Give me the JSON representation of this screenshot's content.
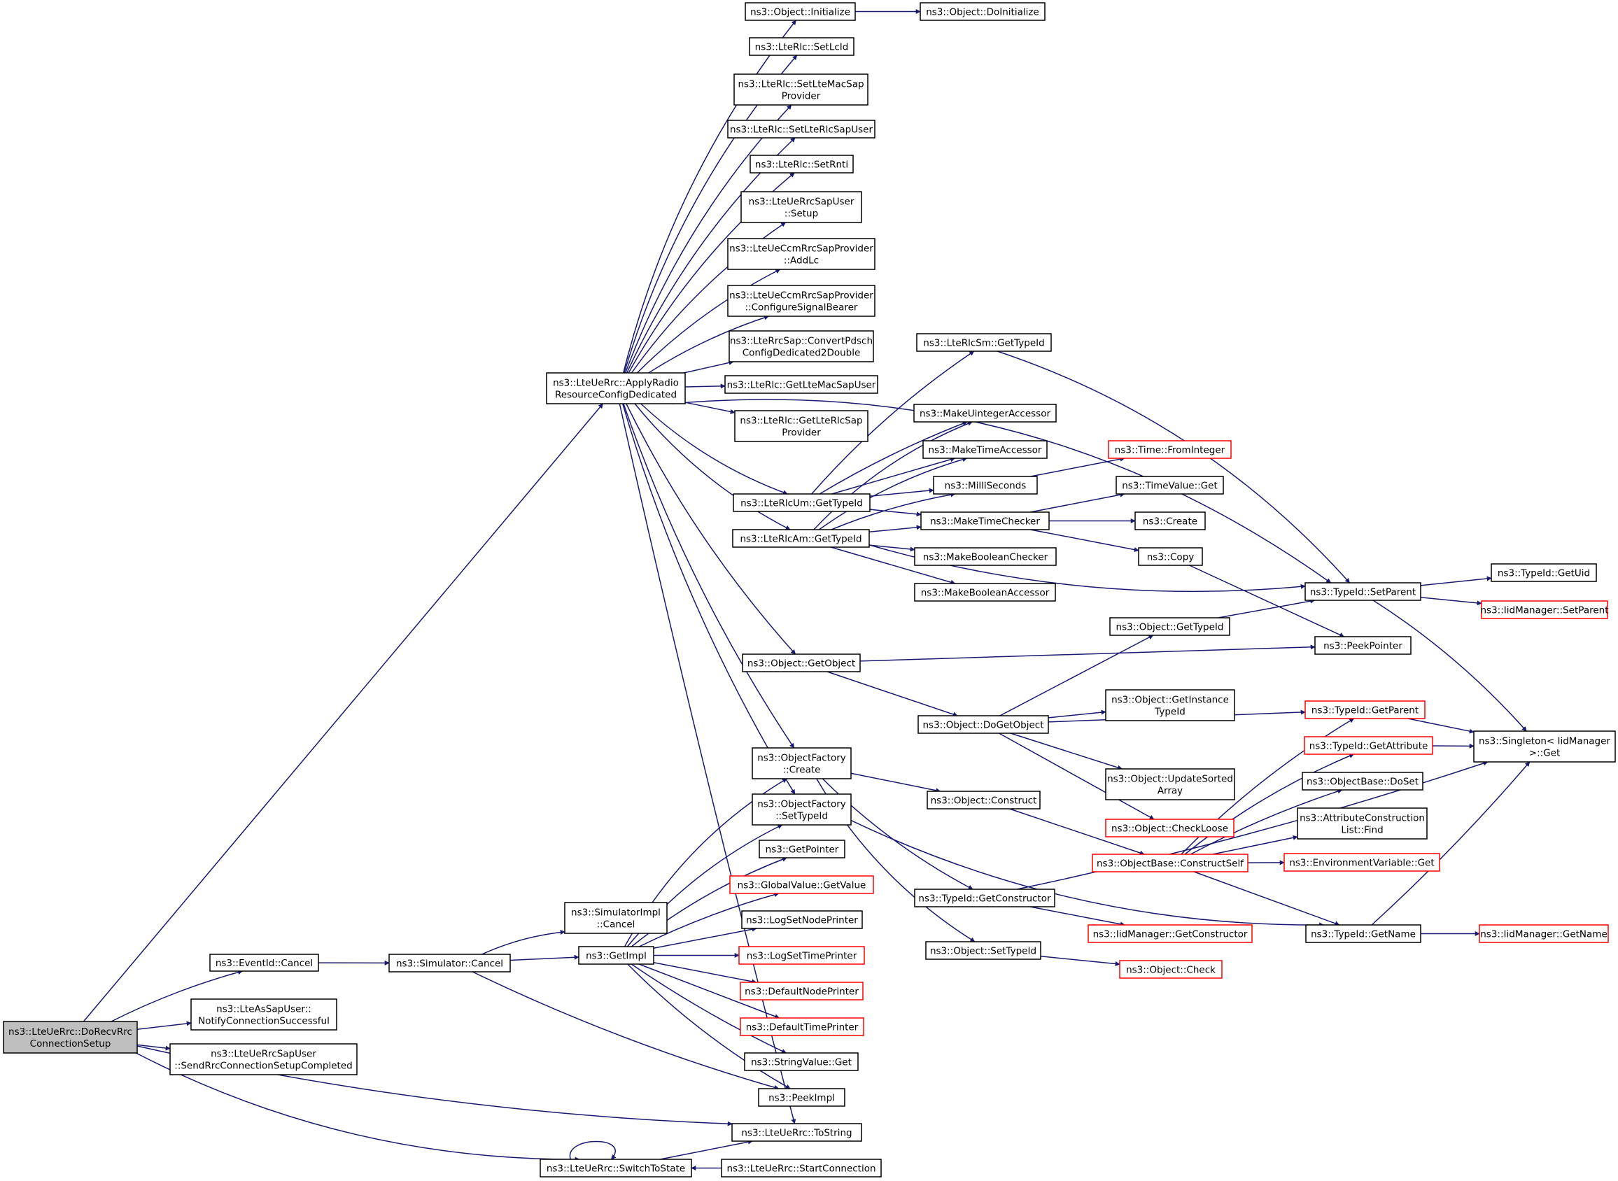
{
  "diagram_type": "call-graph",
  "colors": {
    "edge": "#191970",
    "box_border": "#000000",
    "truncated_border": "#ff0000",
    "root_fill": "#bfbfbf"
  },
  "nodes": {
    "doRecv": {
      "lines": [
        "ns3::LteUeRrc::DoRecvRrc",
        "ConnectionSetup"
      ],
      "root": true
    },
    "applyRadio": {
      "lines": [
        "ns3::LteUeRrc::ApplyRadio",
        "ResourceConfigDedicated"
      ]
    },
    "eventCancel": {
      "lines": [
        "ns3::EventId::Cancel"
      ]
    },
    "lteAsNotify": {
      "lines": [
        "ns3::LteAsSapUser::",
        "NotifyConnectionSuccessful"
      ]
    },
    "sendRrc": {
      "lines": [
        "ns3::LteUeRrcSapUser",
        "::SendRrcConnectionSetupCompleted"
      ]
    },
    "switchToState": {
      "lines": [
        "ns3::LteUeRrc::SwitchToState"
      ]
    },
    "startConn": {
      "lines": [
        "ns3::LteUeRrc::StartConnection"
      ]
    },
    "toString": {
      "lines": [
        "ns3::LteUeRrc::ToString"
      ]
    },
    "objInit": {
      "lines": [
        "ns3::Object::Initialize"
      ]
    },
    "objDoInit": {
      "lines": [
        "ns3::Object::DoInitialize"
      ]
    },
    "setLcId": {
      "lines": [
        "ns3::LteRlc::SetLcId"
      ]
    },
    "setLteMac": {
      "lines": [
        "ns3::LteRlc::SetLteMacSap",
        "Provider"
      ]
    },
    "setRlcSapUser": {
      "lines": [
        "ns3::LteRlc::SetLteRlcSapUser"
      ]
    },
    "setRnti": {
      "lines": [
        "ns3::LteRlc::SetRnti"
      ]
    },
    "rrcSetup": {
      "lines": [
        "ns3::LteUeRrcSapUser",
        "::Setup"
      ]
    },
    "addLc": {
      "lines": [
        "ns3::LteUeCcmRrcSapProvider",
        "::AddLc"
      ]
    },
    "configSig": {
      "lines": [
        "ns3::LteUeCcmRrcSapProvider",
        "::ConfigureSignalBearer"
      ]
    },
    "convertPdsch": {
      "lines": [
        "ns3::LteRrcSap::ConvertPdsch",
        "ConfigDedicated2Double"
      ]
    },
    "getLteMacSapUser": {
      "lines": [
        "ns3::LteRlc::GetLteMacSapUser"
      ]
    },
    "getLteRlcSap": {
      "lines": [
        "ns3::LteRlc::GetLteRlcSap",
        "Provider"
      ]
    },
    "rlcUmTid": {
      "lines": [
        "ns3::LteRlcUm::GetTypeId"
      ]
    },
    "rlcAmTid": {
      "lines": [
        "ns3::LteRlcAm::GetTypeId"
      ]
    },
    "objGetObject": {
      "lines": [
        "ns3::Object::GetObject"
      ]
    },
    "ofCreate": {
      "lines": [
        "ns3::ObjectFactory",
        "::Create"
      ]
    },
    "ofSetTid": {
      "lines": [
        "ns3::ObjectFactory",
        "::SetTypeId"
      ]
    },
    "getPointer": {
      "lines": [
        "ns3::GetPointer"
      ]
    },
    "gvGetValue": {
      "lines": [
        "ns3::GlobalValue::GetValue"
      ],
      "truncated": true
    },
    "logNodePr": {
      "lines": [
        "ns3::LogSetNodePrinter"
      ]
    },
    "logTimePr": {
      "lines": [
        "ns3::LogSetTimePrinter"
      ],
      "truncated": true
    },
    "defNodePr": {
      "lines": [
        "ns3::DefaultNodePrinter"
      ],
      "truncated": true
    },
    "defTimePr": {
      "lines": [
        "ns3::DefaultTimePrinter"
      ],
      "truncated": true
    },
    "strValGet": {
      "lines": [
        "ns3::StringValue::Get"
      ]
    },
    "peekImpl": {
      "lines": [
        "ns3::PeekImpl"
      ]
    },
    "getImpl": {
      "lines": [
        "ns3::GetImpl"
      ]
    },
    "simCancel": {
      "lines": [
        "ns3::Simulator::Cancel"
      ]
    },
    "simImplCancel": {
      "lines": [
        "ns3::SimulatorImpl",
        "::Cancel"
      ]
    },
    "rlcSmTid": {
      "lines": [
        "ns3::LteRlcSm::GetTypeId"
      ]
    },
    "mkUintAcc": {
      "lines": [
        "ns3::MakeUintegerAccessor"
      ]
    },
    "mkTimeAcc": {
      "lines": [
        "ns3::MakeTimeAccessor"
      ]
    },
    "milliSec": {
      "lines": [
        "ns3::MilliSeconds"
      ]
    },
    "mkTimeChk": {
      "lines": [
        "ns3::MakeTimeChecker"
      ]
    },
    "mkBoolChk": {
      "lines": [
        "ns3::MakeBooleanChecker"
      ]
    },
    "mkBoolAcc": {
      "lines": [
        "ns3::MakeBooleanAccessor"
      ]
    },
    "timeFromInt": {
      "lines": [
        "ns3::Time::FromInteger"
      ],
      "truncated": true
    },
    "timeValGet": {
      "lines": [
        "ns3::TimeValue::Get"
      ]
    },
    "create": {
      "lines": [
        "ns3::Create"
      ]
    },
    "copy": {
      "lines": [
        "ns3::Copy"
      ]
    },
    "tidSetParent": {
      "lines": [
        "ns3::TypeId::SetParent"
      ]
    },
    "tidGetUid": {
      "lines": [
        "ns3::TypeId::GetUid"
      ]
    },
    "iidSetParent": {
      "lines": [
        "ns3::IidManager::SetParent"
      ],
      "truncated": true
    },
    "peekPointer": {
      "lines": [
        "ns3::PeekPointer"
      ]
    },
    "objGetTid": {
      "lines": [
        "ns3::Object::GetTypeId"
      ]
    },
    "objDoGetObj": {
      "lines": [
        "ns3::Object::DoGetObject"
      ]
    },
    "objGetInst": {
      "lines": [
        "ns3::Object::GetInstance",
        "TypeId"
      ]
    },
    "objUpdSorted": {
      "lines": [
        "ns3::Object::UpdateSorted",
        "Array"
      ]
    },
    "objCheckLoose": {
      "lines": [
        "ns3::Object::CheckLoose"
      ],
      "truncated": true
    },
    "objConstruct": {
      "lines": [
        "ns3::Object::Construct"
      ]
    },
    "obConstructSelf": {
      "lines": [
        "ns3::ObjectBase::ConstructSelf"
      ],
      "truncated": true
    },
    "tidGetCtor": {
      "lines": [
        "ns3::TypeId::GetConstructor"
      ]
    },
    "iidGetCtor": {
      "lines": [
        "ns3::IidManager::GetConstructor"
      ],
      "truncated": true
    },
    "objSetTid": {
      "lines": [
        "ns3::Object::SetTypeId"
      ]
    },
    "objCheck": {
      "lines": [
        "ns3::Object::Check"
      ],
      "truncated": true
    },
    "tidGetParent": {
      "lines": [
        "ns3::TypeId::GetParent"
      ],
      "truncated": true
    },
    "tidGetAttr": {
      "lines": [
        "ns3::TypeId::GetAttribute"
      ],
      "truncated": true
    },
    "obDoSet": {
      "lines": [
        "ns3::ObjectBase::DoSet"
      ]
    },
    "attrFind": {
      "lines": [
        "ns3::AttributeConstruction",
        "List::Find"
      ]
    },
    "envGet": {
      "lines": [
        "ns3::EnvironmentVariable::Get"
      ],
      "truncated": true
    },
    "tidGetName": {
      "lines": [
        "ns3::TypeId::GetName"
      ]
    },
    "iidGetName": {
      "lines": [
        "ns3::IidManager::GetName"
      ],
      "truncated": true
    },
    "singletonGet": {
      "lines": [
        "ns3::Singleton< IidManager",
        ">::Get"
      ]
    }
  }
}
